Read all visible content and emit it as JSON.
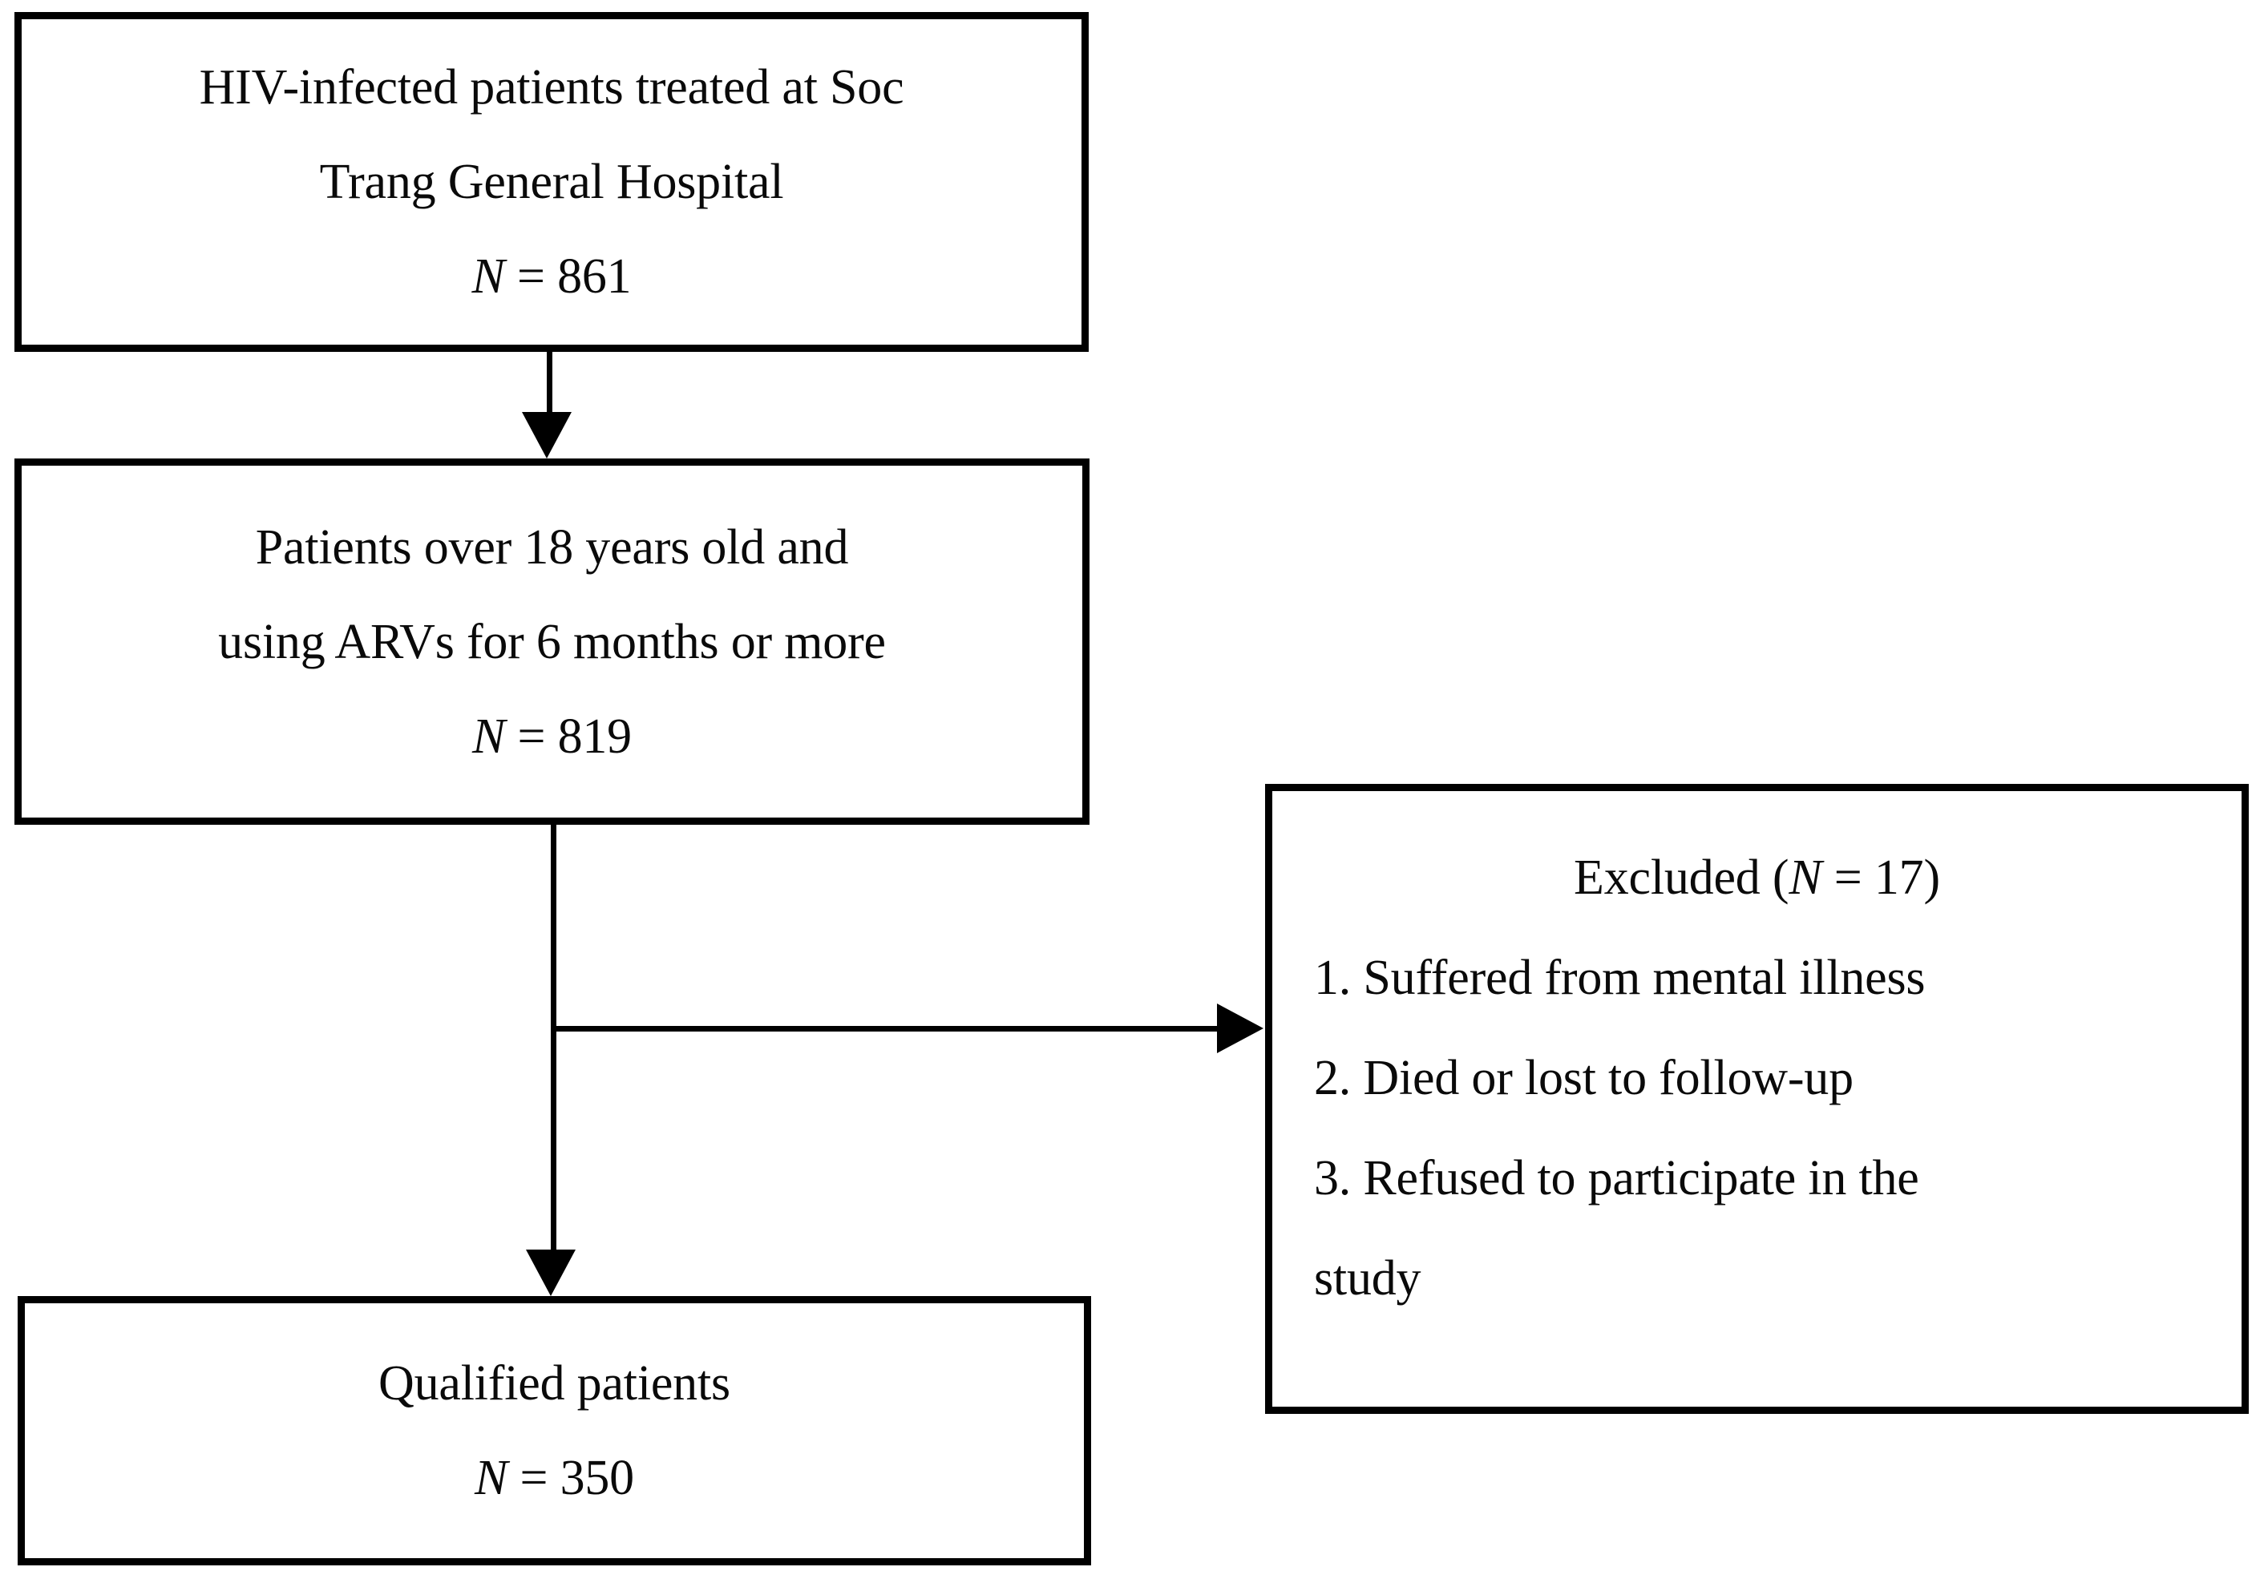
{
  "diagram": {
    "type": "flowchart",
    "title": "Study participant selection flow",
    "colors": {
      "box_border": "#000000",
      "background": "#ffffff",
      "text": "#0a0a0a",
      "connector": "#000000"
    },
    "boxes": {
      "screened": {
        "name": "screened-patients-box",
        "line1": "HIV-infected patients treated at Soc",
        "line2": "Trang General Hospital",
        "n_symbol": "N",
        "n_equals": " = ",
        "n_value": "861"
      },
      "eligible": {
        "name": "eligible-patients-box",
        "line1": "Patients over 18 years old and",
        "line2": "using ARVs for 6 months or more",
        "n_symbol": "N",
        "n_equals": " = ",
        "n_value": "819"
      },
      "qualified": {
        "name": "qualified-patients-box",
        "line1": "Qualified patients",
        "n_symbol": "N",
        "n_equals": " = ",
        "n_value": "350"
      },
      "excluded": {
        "name": "excluded-patients-box",
        "heading_prefix": "Excluded (",
        "heading_n": "N",
        "heading_equals": " = ",
        "heading_value": "17",
        "heading_suffix": ")",
        "items": [
          "1. Suffered from mental illness",
          "2. Died or lost to follow-up",
          "3. Refused to participate in the",
          "study"
        ]
      }
    },
    "connectors": [
      {
        "name": "screened-to-eligible-arrow",
        "from": "screened",
        "to": "eligible",
        "direction": "down"
      },
      {
        "name": "eligible-to-qualified-arrow",
        "from": "eligible",
        "to": "qualified",
        "direction": "down"
      },
      {
        "name": "eligible-to-excluded-arrow",
        "from": "eligible",
        "to": "excluded",
        "direction": "right"
      }
    ]
  }
}
